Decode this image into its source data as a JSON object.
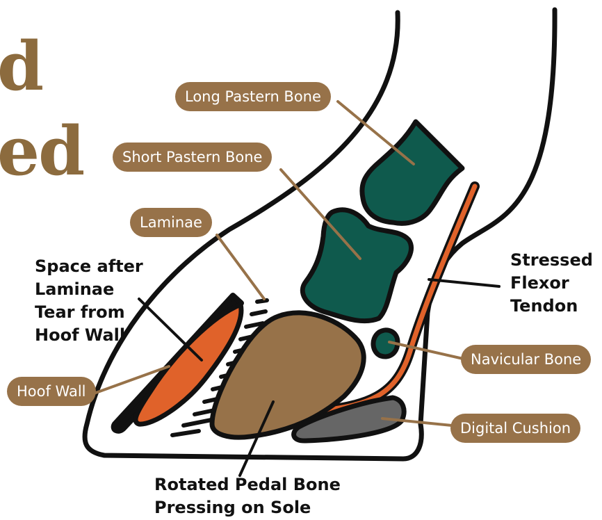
{
  "title_fragments": [
    "d",
    "ed"
  ],
  "colors": {
    "label_pill": "#977249",
    "label_text": "#ffffff",
    "outline": "#111111",
    "bone_green": "#0f5a4d",
    "pedal_bone": "#977249",
    "tendon_orange": "#e0622a",
    "cushion_gray": "#666666",
    "title_brown": "#8c6b3e"
  },
  "labels": {
    "long_pastern_bone": "Long Pastern Bone",
    "short_pastern_bone": "Short Pastern Bone",
    "laminae": "Laminae",
    "hoof_wall": "Hoof Wall",
    "navicular_bone": "Navicular Bone",
    "digital_cushion": "Digital Cushion"
  },
  "annotations": {
    "space_after_tear": [
      "Space after",
      "Laminae",
      "Tear from",
      "Hoof Wall"
    ],
    "stressed_tendon": [
      "Stressed",
      "Flexor",
      "Tendon"
    ],
    "rotated_pedal_bone": [
      "Rotated Pedal Bone",
      "Pressing on Sole"
    ]
  }
}
